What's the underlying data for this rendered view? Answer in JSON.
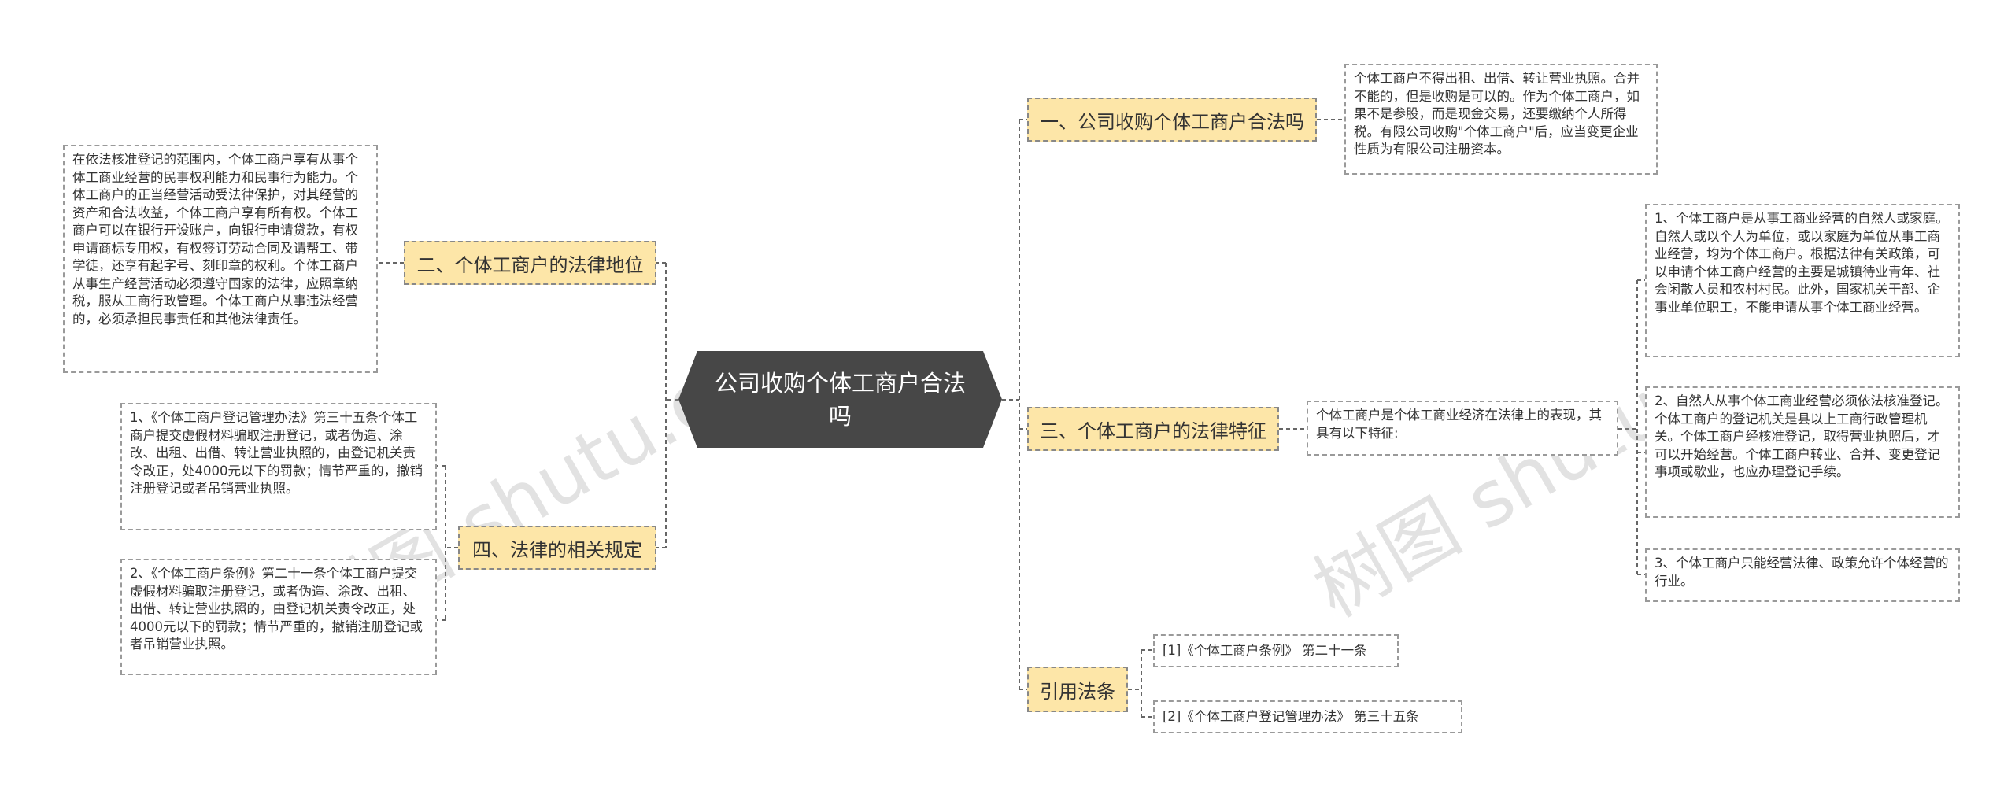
{
  "root": {
    "title": "公司收购个体工商户合法吗"
  },
  "branches": {
    "b1": "一、公司收购个体工商户合法吗",
    "b2": "二、个体工商户的法律地位",
    "b3": "三、个体工商户的法律特征",
    "b4": "四、法律的相关规定",
    "b5": "引用法条"
  },
  "leaves": {
    "l1": "个体工商户不得出租、出借、转让营业执照。合并不能的，但是收购是可以的。作为个体工商户，如果不是参股，而是现金交易，还要缴纳个人所得税。有限公司收购\"个体工商户\"后，应当变更企业性质为有限公司注册资本。",
    "l2": "在依法核准登记的范围内，个体工商户享有从事个体工商业经营的民事权利能力和民事行为能力。个体工商户的正当经营活动受法律保护，对其经营的资产和合法收益，个体工商户享有所有权。个体工商户可以在银行开设账户，向银行申请贷款，有权申请商标专用权，有权签订劳动合同及请帮工、带学徒，还享有起字号、刻印章的权利。个体工商户从事生产经营活动必须遵守国家的法律，应照章纳税，服从工商行政管理。个体工商户从事违法经营的，必须承担民事责任和其他法律责任。",
    "l3": "个体工商户是个体工商业经济在法律上的表现，其具有以下特征:",
    "l3a": "1、个体工商户是从事工商业经营的自然人或家庭。自然人或以个人为单位，或以家庭为单位从事工商业经营，均为个体工商户。根据法律有关政策，可以申请个体工商户经营的主要是城镇待业青年、社会闲散人员和农村村民。此外，国家机关干部、企事业单位职工，不能申请从事个体工商业经营。",
    "l3b": "2、自然人从事个体工商业经营必须依法核准登记。个体工商户的登记机关是县以上工商行政管理机关。个体工商户经核准登记，取得营业执照后，才可以开始经营。个体工商户转业、合并、变更登记事项或歇业，也应办理登记手续。",
    "l3c": "3、个体工商户只能经营法律、政策允许个体经营的行业。",
    "l4a": "1、《个体工商户登记管理办法》第三十五条个体工商户提交虚假材料骗取注册登记，或者伪造、涂改、出租、出借、转让营业执照的，由登记机关责令改正，处4000元以下的罚款；情节严重的，撤销注册登记或者吊销营业执照。",
    "l4b": "2、《个体工商户条例》第二十一条个体工商户提交虚假材料骗取注册登记，或者伪造、涂改、出租、出借、转让营业执照的，由登记机关责令改正，处4000元以下的罚款；情节严重的，撤销注册登记或者吊销营业执照。",
    "c1": "[1]《个体工商户条例》 第二十一条",
    "c2": "[2]《个体工商户登记管理办法》 第三十五条"
  },
  "watermarks": [
    "树图 shutu.cn",
    "树图 shutu"
  ],
  "colors": {
    "root_bg": "#474747",
    "branch_bg": "#fde6a8",
    "line": "#666666"
  }
}
